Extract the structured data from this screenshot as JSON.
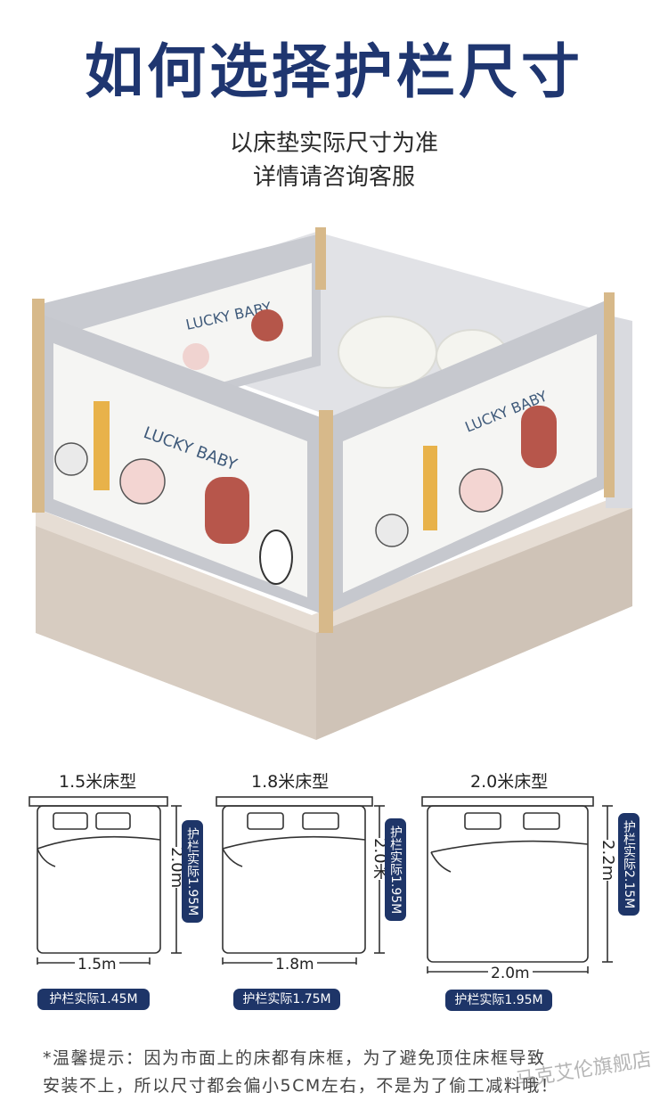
{
  "header": {
    "title": "如何选择护栏尺寸",
    "subtitle_line1": "以床垫实际尺寸为准",
    "subtitle_line2": "详情请咨询客服"
  },
  "photo": {
    "panel_text_left": "LUCKY BABY",
    "panel_text_front": "LUCKY BABY",
    "panel_text_right": "LUCKY BABY",
    "rail_color": "#c9cbd1",
    "panel_color": "#f5f5f3",
    "base_color": "#d9cfc6"
  },
  "diagrams": [
    {
      "bed_type": "1.5米床型",
      "length_label": "2.0m",
      "width_label": "1.5m",
      "side_badge": "护栏实际1.95M",
      "bottom_badge": "护栏实际1.45M"
    },
    {
      "bed_type": "1.8米床型",
      "length_label": "2.0米",
      "width_label": "1.8m",
      "side_badge": "护栏实际1.95M",
      "bottom_badge": "护栏实际1.75M"
    },
    {
      "bed_type": "2.0米床型",
      "length_label": "2.2m",
      "width_label": "2.0m",
      "side_badge": "护栏实际2.15M",
      "bottom_badge": "护栏实际1.95M"
    }
  ],
  "note": {
    "line1": "*温馨提示：因为市面上的床都有床框，为了避免顶住床框导致",
    "line2": "安装不上，所以尺寸都会偏小5CM左右，不是为了偷工减料哦！"
  },
  "watermark": "马克艾伦旗舰店",
  "colors": {
    "title": "#1f3670",
    "badge": "#1e3568"
  }
}
